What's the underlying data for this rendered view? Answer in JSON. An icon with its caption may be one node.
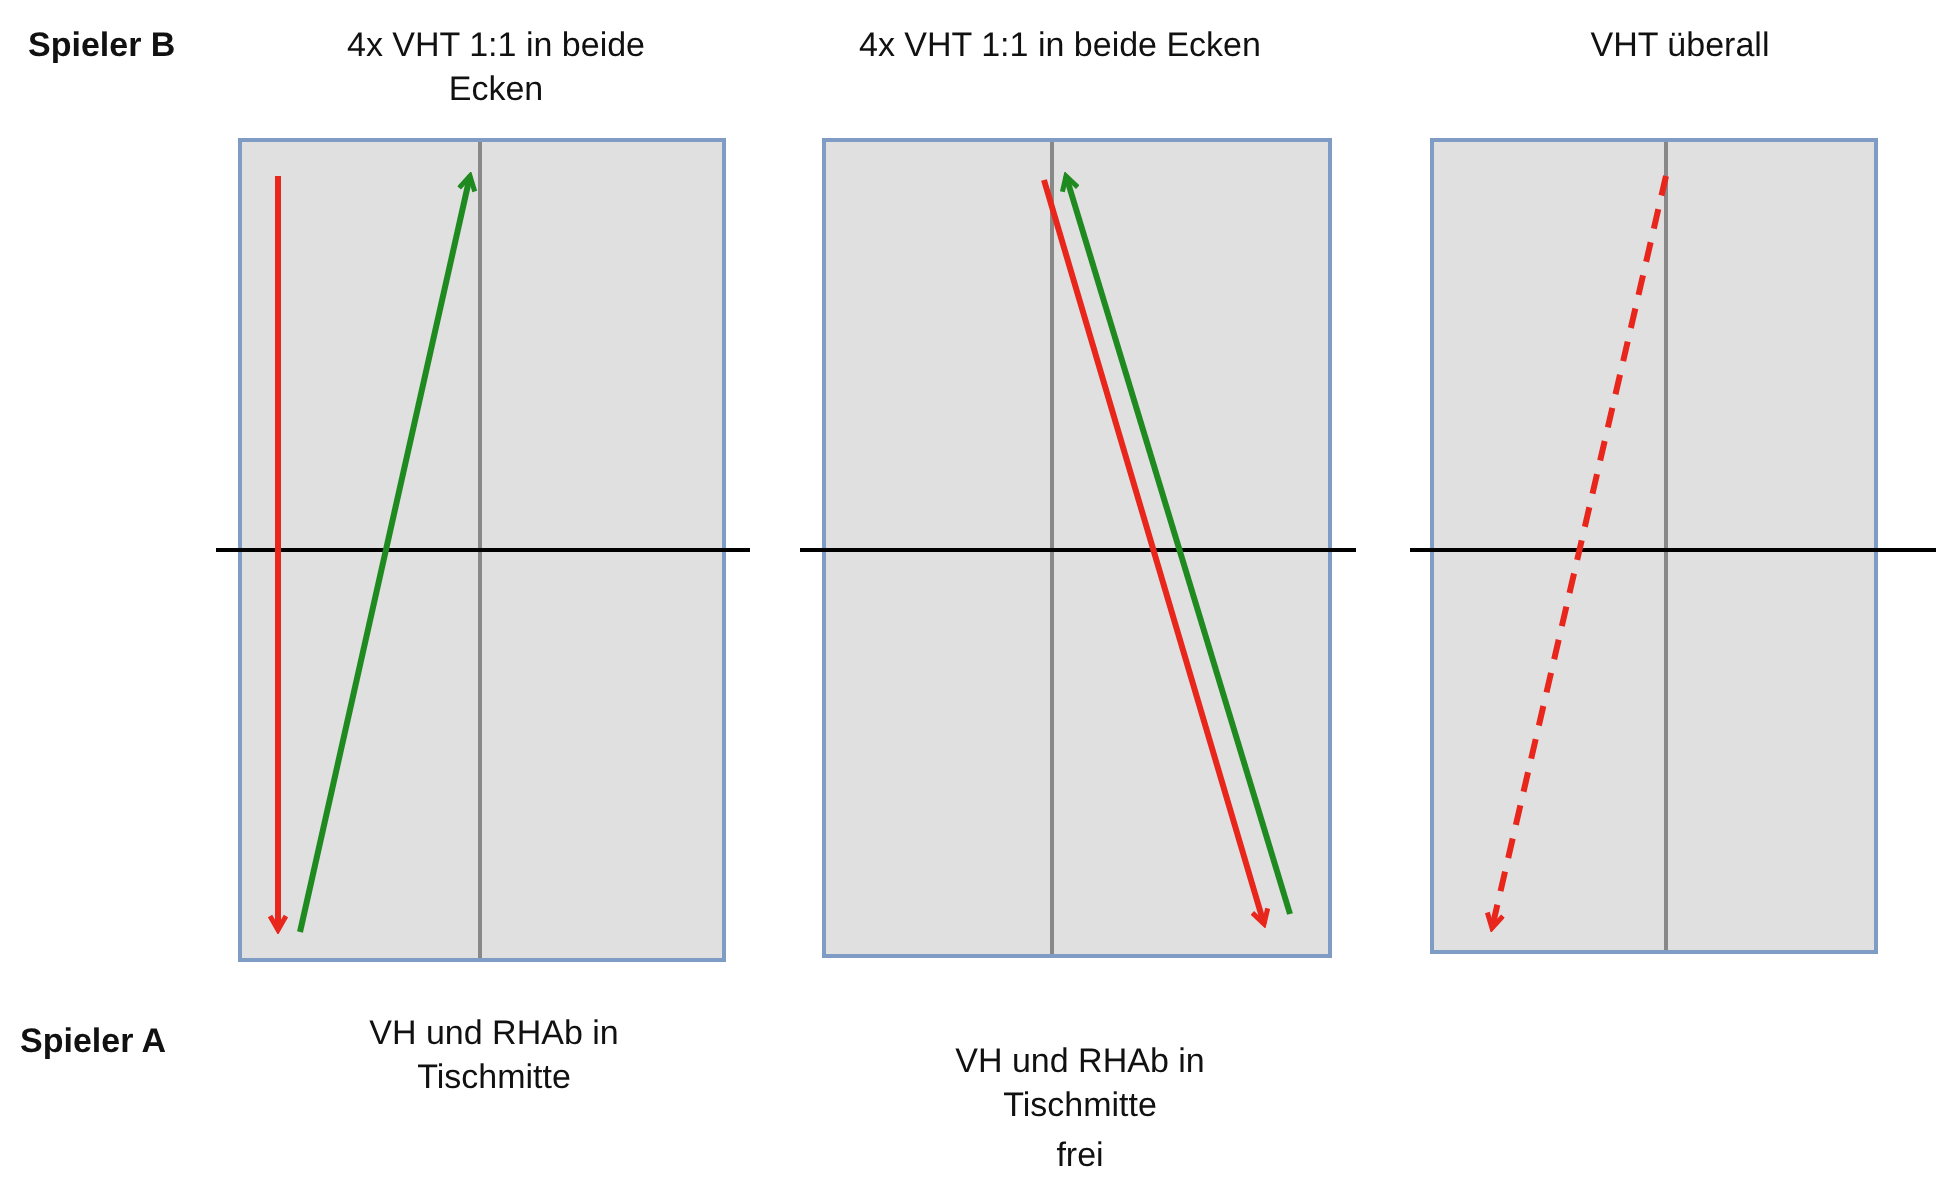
{
  "diagram": {
    "labels": [
      "Spieler B",
      "4x VHT 1:1 in beide Ecken",
      "4x VHT 1:1 in beide Ecken",
      "VHT überall",
      "Spieler A",
      "VH und RHAb in Tischmitte",
      "VH und RHAb in Tischmitte",
      "frei"
    ]
  }
}
